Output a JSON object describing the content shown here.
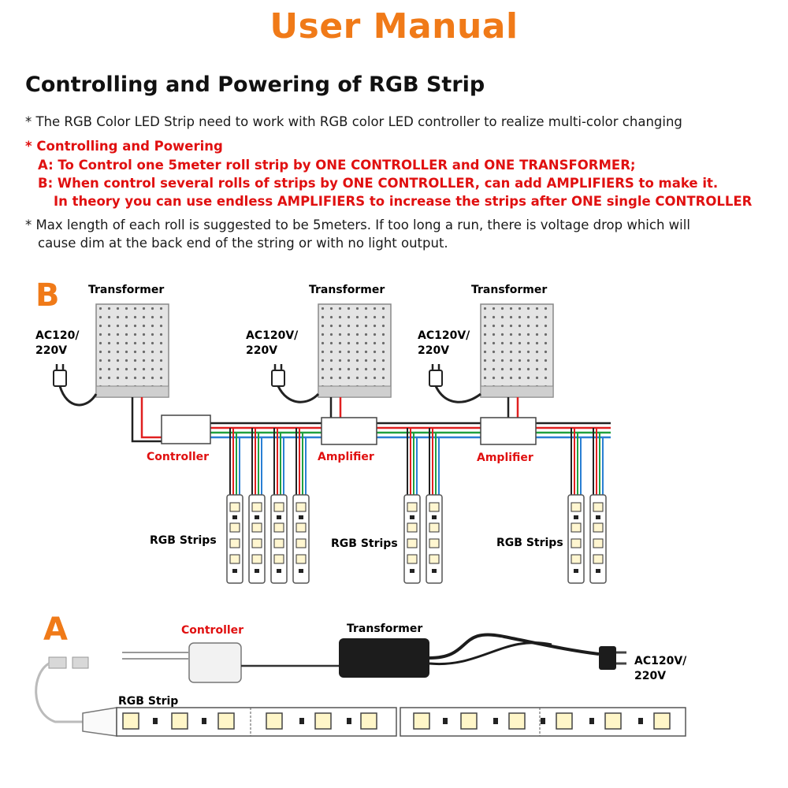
{
  "header": {
    "title": "User Manual",
    "subtitle": "Controlling and Powering of RGB Strip"
  },
  "notes": {
    "line1": "* The RGB Color LED Strip need to work with RGB color LED controller to realize multi-color changing",
    "controlling_heading": "* Controlling and Powering",
    "option_a": "A: To Control one 5meter roll strip by ONE CONTROLLER and ONE TRANSFORMER;",
    "option_b": "B: When control several rolls of strips by ONE CONTROLLER, can add AMPLIFIERS to make it.",
    "option_b2": "In theory you can use endless AMPLIFIERS to increase the strips after ONE single CONTROLLER",
    "max_length_1": "* Max length of each roll is suggested to be 5meters. If too long a run, there is voltage drop which will",
    "max_length_2": "cause dim at the back end of the string or with no light output."
  },
  "diagram_b": {
    "letter": "B",
    "transformer_label": "Transformer",
    "ac_label_1a": "AC120/",
    "ac_label_1b": "220V",
    "ac_label_2a": "AC120V/",
    "ac_label_2b": "220V",
    "ac_label_3a": "AC120V/",
    "ac_label_3b": "220V",
    "controller_label": "Controller",
    "amplifier_label": "Amplifier",
    "strips_label": "RGB Strips"
  },
  "diagram_a": {
    "letter": "A",
    "controller_label": "Controller",
    "transformer_label": "Transformer",
    "ac_label_a": "AC120V/",
    "ac_label_b": "220V",
    "strip_label": "RGB Strip"
  },
  "colors": {
    "orange": "#f07a18",
    "red": "#e01010",
    "wire_red": "#e02020",
    "wire_green": "#20a040",
    "wire_blue": "#2a7fd4"
  }
}
